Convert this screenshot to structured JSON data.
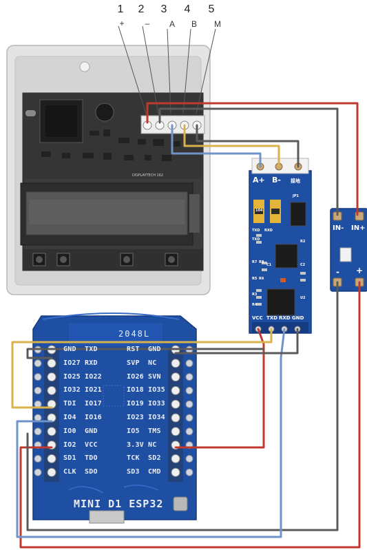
{
  "terminals": [
    {
      "number": "1",
      "sign": "+"
    },
    {
      "number": "2",
      "sign": "–"
    },
    {
      "number": "3",
      "sign": "A"
    },
    {
      "number": "4",
      "sign": "B"
    },
    {
      "number": "5",
      "sign": "M"
    }
  ],
  "display_unit": {
    "pcb_label": "DISPLAYTECH 162"
  },
  "rs485_module": {
    "top_pins": [
      "A+",
      "B-",
      "接地"
    ],
    "bottom_pins": [
      "VCC",
      "TXD",
      "RXD",
      "GND"
    ],
    "chip_labels": [
      "TXD",
      "RXD",
      "R4",
      "R3",
      "R5",
      "R6",
      "R7",
      "R8",
      "U2",
      "C2",
      "R2",
      "C1",
      "JP1",
      "TXD",
      "104"
    ]
  },
  "dcdc_module": {
    "labels": [
      "IN-",
      "IN+",
      "-",
      "+"
    ]
  },
  "esp32_board": {
    "code": "2048L",
    "title": "MINI D1 ESP32",
    "left_rows": [
      [
        "GND",
        "TXD"
      ],
      [
        "IO27",
        "RXD"
      ],
      [
        "IO25",
        "IO22"
      ],
      [
        "IO32",
        "IO21"
      ],
      [
        "TDI",
        "IO17"
      ],
      [
        "IO4",
        "IO16"
      ],
      [
        "IO0",
        "GND"
      ],
      [
        "IO2",
        "VCC"
      ],
      [
        "SD1",
        "TDO"
      ],
      [
        "CLK",
        "SDO"
      ]
    ],
    "right_rows": [
      [
        "RST",
        "GND"
      ],
      [
        "SVP",
        "NC"
      ],
      [
        "IO26",
        "SVN"
      ],
      [
        "IO18",
        "IO35"
      ],
      [
        "IO19",
        "IO33"
      ],
      [
        "IO23",
        "IO34"
      ],
      [
        "IO5",
        "TMS"
      ],
      [
        "3.3V",
        "NC"
      ],
      [
        "TCK",
        "SD2"
      ],
      [
        "SD3",
        "CMD"
      ]
    ]
  },
  "colors": {
    "wire_red": "#c0392f",
    "wire_gray": "#5a5a5a",
    "wire_yellow": "#d9b24a",
    "wire_blue": "#6f93c9",
    "pcb_blue": "#1f4fa3",
    "pcb_dark": "#163b80",
    "device_case": "#e6e6e6",
    "device_pcb": "#3c3c3c"
  }
}
